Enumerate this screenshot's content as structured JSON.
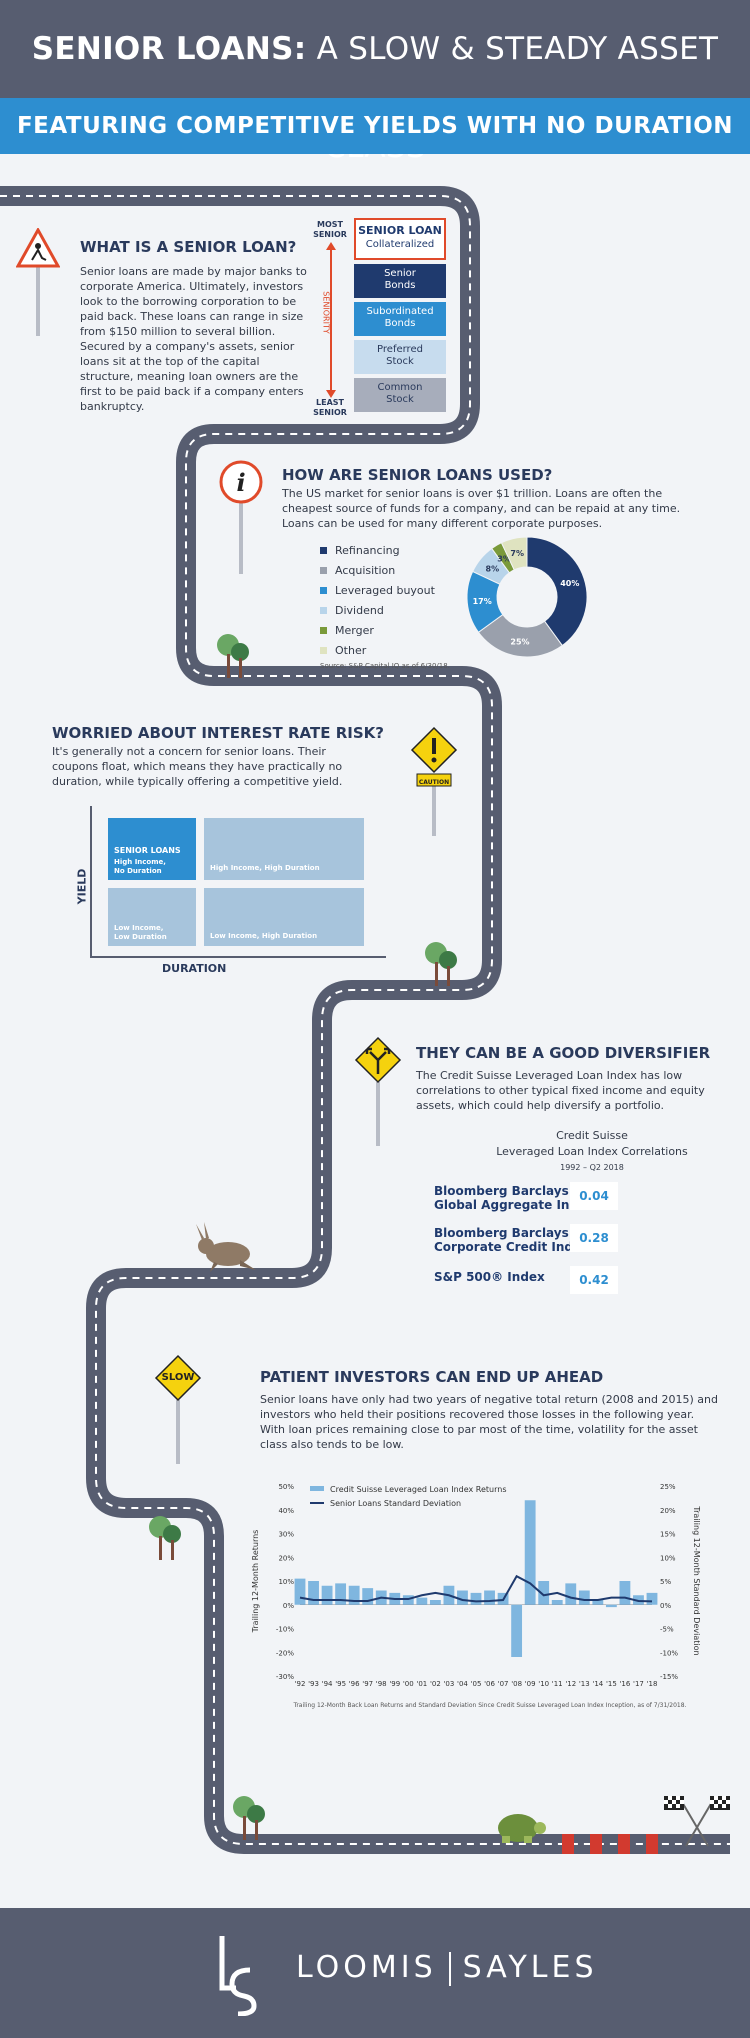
{
  "header": {
    "title_bold": "SENIOR LOANS:",
    "title_rest": " A SLOW & STEADY ASSET CLASS",
    "subtitle": "FEATURING COMPETITIVE YIELDS WITH NO DURATION"
  },
  "section1": {
    "heading": "WHAT IS A SENIOR LOAN?",
    "body": "Senior loans are made by major banks to corporate America. Ultimately, investors look to the borrowing corporation to be paid back. These loans can range in size from $150 million to several billion. Secured by a company's assets, senior loans sit at the top of the capital structure, meaning loan owners are the first to be paid back if a company enters bankruptcy.",
    "most_senior": "MOST SENIOR",
    "least_senior": "LEAST SENIOR",
    "seniority": "SENIORITY",
    "stack": [
      {
        "title": "SENIOR LOAN",
        "sub": "Collateralized"
      },
      {
        "title": "Senior Bonds"
      },
      {
        "title": "Subordinated Bonds"
      },
      {
        "title": "Preferred Stock"
      },
      {
        "title": "Common Stock"
      }
    ]
  },
  "section2": {
    "heading": "HOW ARE SENIOR LOANS USED?",
    "body": "The US market for senior loans is over $1 trillion. Loans are often the cheapest source of funds for a company, and can be repaid at any time. Loans can be used for many different corporate purposes.",
    "source": "Source: S&P Capital IQ as of 6/30/18.",
    "legend": [
      {
        "label": "Refinancing",
        "color": "#1f3a6e"
      },
      {
        "label": "Acquisition",
        "color": "#9aa0ac"
      },
      {
        "label": "Leveraged buyout",
        "color": "#2d8ed0"
      },
      {
        "label": "Dividend",
        "color": "#b8d4ea"
      },
      {
        "label": "Merger",
        "color": "#7a9a3a"
      },
      {
        "label": "Other",
        "color": "#dfe3c0"
      }
    ]
  },
  "donut": {
    "type": "pie",
    "labels": [
      "Refinancing",
      "Acquisition",
      "Leveraged buyout",
      "Dividend",
      "Merger",
      "Other"
    ],
    "values": [
      40,
      25,
      17,
      8,
      3,
      7
    ],
    "value_labels": [
      "40%",
      "25%",
      "17%",
      "8%",
      "3%",
      "7%"
    ],
    "colors": [
      "#1f3a6e",
      "#9aa0ac",
      "#2d8ed0",
      "#b8d4ea",
      "#7a9a3a",
      "#dfe3c0"
    ]
  },
  "section3": {
    "heading": "WORRIED ABOUT INTEREST RATE RISK?",
    "body": "It's generally not a concern for senior loans. Their coupons float, which means they have practically no duration, while typically offering a competitive yield.",
    "caution": "CAUTION",
    "yield_label": "YIELD",
    "duration_label": "DURATION",
    "cells": {
      "senior_title": "SENIOR LOANS",
      "senior_sub1": "High Income,",
      "senior_sub2": "No Duration",
      "hi_hi": "High Income, High Duration",
      "lo_lo1": "Low Income,",
      "lo_lo2": "Low Duration",
      "lo_hi": "Low Income, High Duration"
    }
  },
  "section4": {
    "heading": "THEY CAN BE A GOOD DIVERSIFIER",
    "body": "The Credit Suisse Leveraged Loan Index has low correlations to other typical fixed income and equity assets, which could help  diversify a portfolio.",
    "table_title1": "Credit Suisse",
    "table_title2": "Leveraged Loan Index Correlations",
    "table_period": "1992 – Q2 2018",
    "rows": [
      {
        "name1": "Bloomberg Barclays",
        "name2": "Global Aggregate Index",
        "value": "0.04"
      },
      {
        "name1": "Bloomberg Barclays",
        "name2": "Corporate Credit Index",
        "value": "0.28"
      },
      {
        "name1": "S&P 500® Index",
        "name2": "",
        "value": "0.42"
      }
    ]
  },
  "section5": {
    "heading": "PATIENT INVESTORS CAN END UP AHEAD",
    "body": "Senior loans have only had two years of negative total return (2008 and 2015) and investors who held their positions recovered those losses in the following year. With loan prices remaining close to par most of the time, volatility for the asset class also tends to be low.",
    "slow": "SLOW",
    "footnote": "Trailing 12-Month Back Loan Returns and Standard Deviation Since Credit Suisse Leveraged Loan Index Inception, as of 7/31/2018."
  },
  "chart_data": {
    "type": "area",
    "title": "",
    "xlabel": "",
    "ylabel": "Trailing 12-Month Returns",
    "y2label": "Trailing 12-Month Standard Deviation",
    "ylim": [
      -30,
      50
    ],
    "y2lim": [
      -15,
      25
    ],
    "yticks": [
      "50%",
      "40%",
      "30%",
      "20%",
      "10%",
      "0%",
      "-10%",
      "-20%",
      "-30%"
    ],
    "y2ticks": [
      "25%",
      "20%",
      "15%",
      "10%",
      "5%",
      "0%",
      "-5%",
      "-10%",
      "-15%"
    ],
    "x": [
      "'92",
      "'93",
      "'94",
      "'95",
      "'96",
      "'97",
      "'98",
      "'99",
      "'00",
      "'01",
      "'02",
      "'03",
      "'04",
      "'05",
      "'06",
      "'07",
      "'08",
      "'09",
      "'10",
      "'11",
      "'12",
      "'13",
      "'14",
      "'15",
      "'16",
      "'17",
      "'18"
    ],
    "series": [
      {
        "name": "Credit Suisse Leveraged Loan Index Returns",
        "color": "#7fb6df",
        "values": [
          11,
          10,
          8,
          9,
          8,
          7,
          6,
          5,
          4,
          3,
          2,
          8,
          6,
          5,
          6,
          5,
          -22,
          44,
          10,
          2,
          9,
          6,
          2,
          -1,
          10,
          4,
          5
        ]
      },
      {
        "name": "Senior Loans Standard Deviation",
        "color": "#1f3a6e",
        "values": [
          1.5,
          1,
          1,
          1,
          0.8,
          0.8,
          1.5,
          1.2,
          1.2,
          2,
          2.5,
          2,
          1,
          0.7,
          0.8,
          1,
          6,
          4.5,
          2,
          2.5,
          1.5,
          1,
          1,
          1.5,
          1.5,
          0.8,
          0.7
        ]
      }
    ]
  },
  "footer": {
    "brand1": "LOOMIS",
    "brand2": "SAYLES",
    "logo_letters": "LS"
  }
}
